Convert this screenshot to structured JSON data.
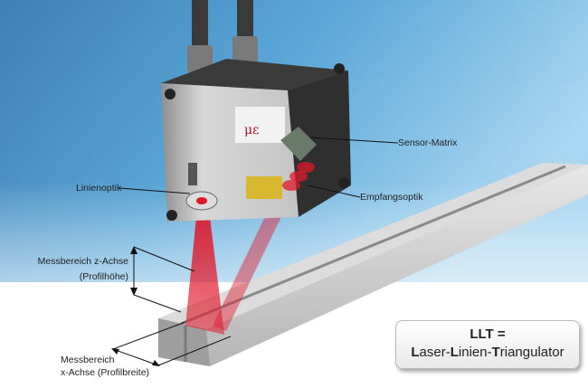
{
  "labels": {
    "sensor_matrix": "Sensor-Matrix",
    "linienoptik": "Linienoptik",
    "empfangsoptik": "Empfangsoptik",
    "z_axis_line1": "Messbereich z-Achse",
    "z_axis_line2": "(Profilhöhe)",
    "x_axis_line1": "Messbereich",
    "x_axis_line2": "x-Achse (Profilbreite)"
  },
  "info_box": {
    "title": "LLT =",
    "parts": [
      "L",
      "aser-",
      "L",
      "inien-",
      "T",
      "riangulator"
    ]
  },
  "colors": {
    "background_blue": "#4a9fd6",
    "laser_red": "#e0182a",
    "housing": "#b8b8b8"
  }
}
